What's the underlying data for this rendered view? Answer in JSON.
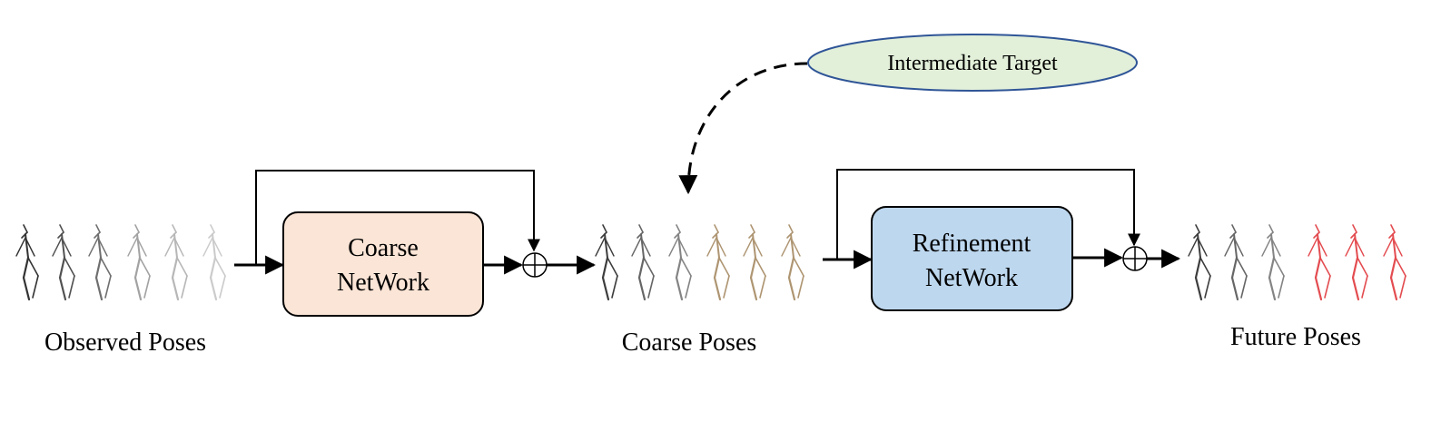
{
  "colors": {
    "coarse_box_fill": "#fbe5d6",
    "refinement_box_fill": "#bdd7ee",
    "ellipse_fill": "#e2efd9",
    "ellipse_stroke": "#2f5597",
    "observed_pose_stroke": "#000000",
    "coarse_pose_predicted": "#a68a63",
    "future_pose_predicted": "#e0393e"
  },
  "nodes": {
    "coarse_network": {
      "line1": "Coarse",
      "line2": "NetWork"
    },
    "refinement_network": {
      "line1": "Refinement",
      "line2": "NetWork"
    },
    "intermediate_target": {
      "label": "Intermediate Target"
    }
  },
  "labels": {
    "observed_poses": "Observed Poses",
    "coarse_poses": "Coarse Poses",
    "future_poses": "Future Poses"
  },
  "operators": {
    "add": "⊕"
  },
  "pose_groups": {
    "observed": {
      "count": 6,
      "style": "fading-gray"
    },
    "coarse": {
      "observed_count": 3,
      "predicted_count": 3
    },
    "future": {
      "observed_count": 3,
      "predicted_count": 3
    }
  },
  "edges": [
    {
      "from": "observed_poses",
      "to": "coarse_network",
      "style": "solid-arrow"
    },
    {
      "from": "observed_poses",
      "to": "add_1",
      "style": "skip-connection"
    },
    {
      "from": "coarse_network",
      "to": "add_1",
      "style": "solid-arrow"
    },
    {
      "from": "add_1",
      "to": "coarse_poses",
      "style": "solid-arrow"
    },
    {
      "from": "intermediate_target",
      "to": "coarse_poses",
      "style": "dashed-arrow"
    },
    {
      "from": "coarse_poses",
      "to": "refinement_network",
      "style": "solid-arrow"
    },
    {
      "from": "coarse_poses",
      "to": "add_2",
      "style": "skip-connection"
    },
    {
      "from": "refinement_network",
      "to": "add_2",
      "style": "solid-arrow"
    },
    {
      "from": "add_2",
      "to": "future_poses",
      "style": "solid-arrow"
    }
  ]
}
